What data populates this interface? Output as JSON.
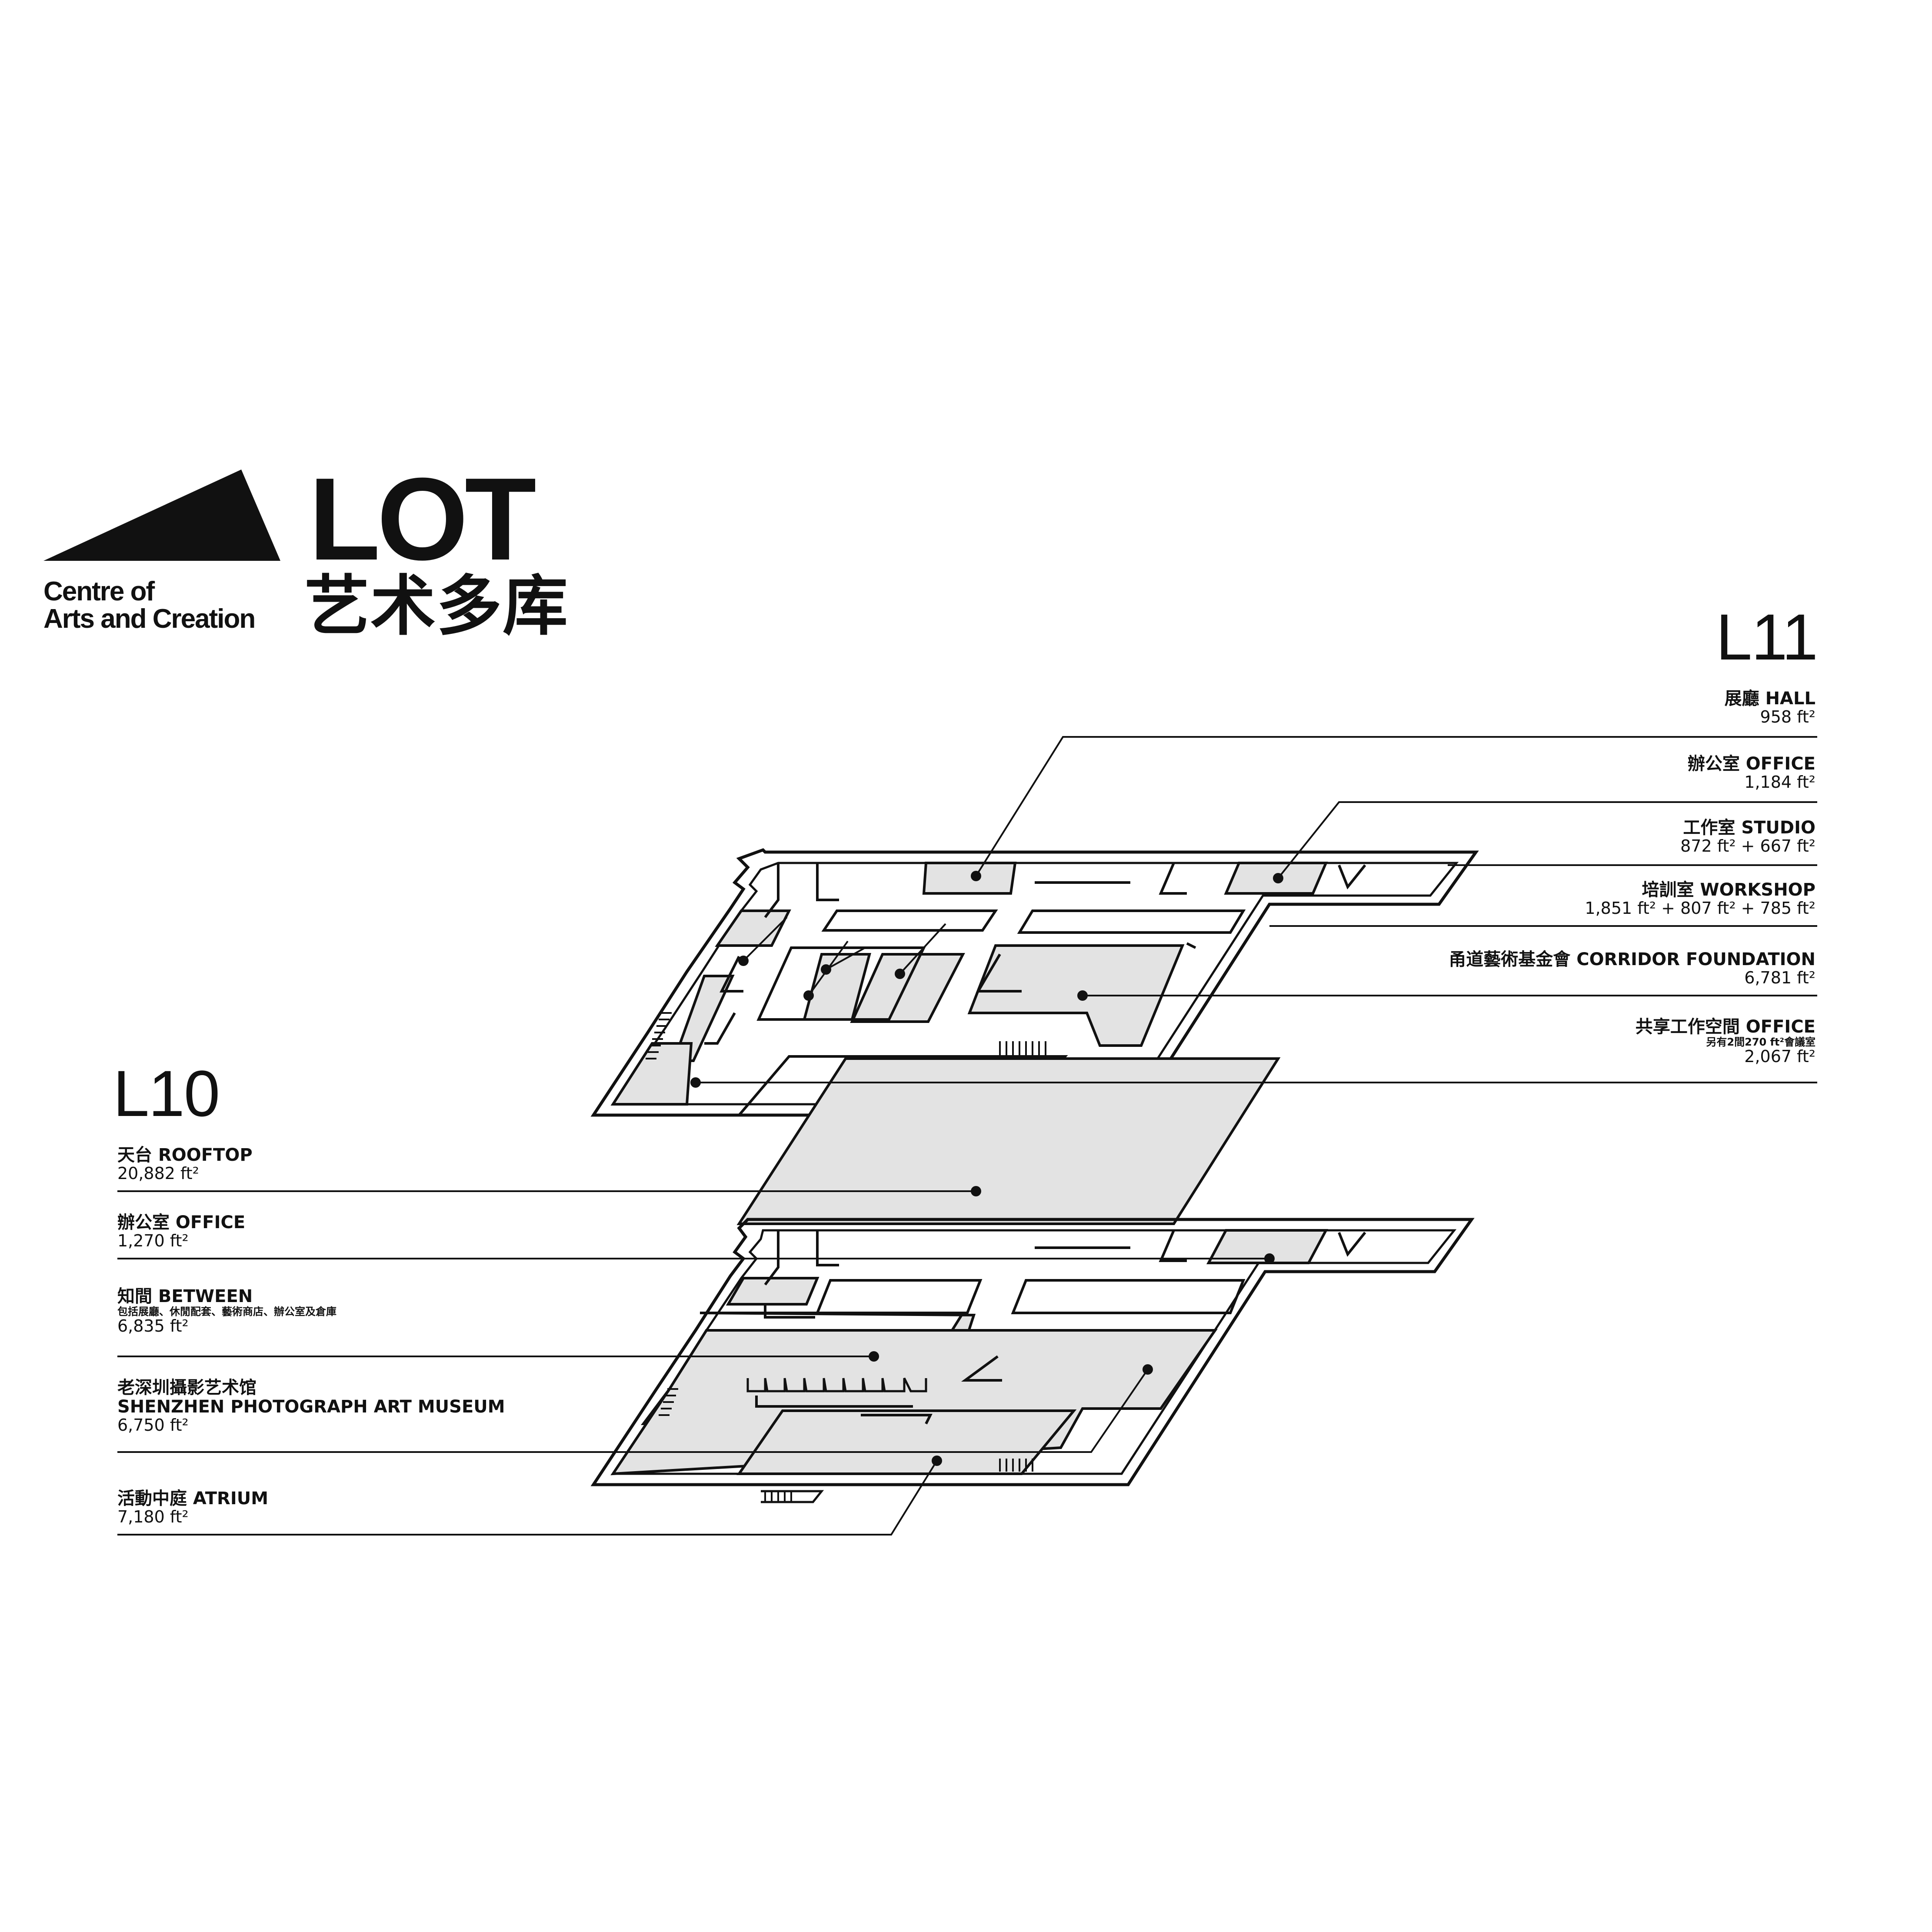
{
  "logo": {
    "wordmark": "LOT",
    "chinese": "艺术多库",
    "english_line1": "Centre of",
    "english_line2": "Arts and Creation"
  },
  "levels": {
    "upper": "L11",
    "lower": "L10"
  },
  "rooms_l11": [
    {
      "name": "展廳 HALL",
      "area": "958 ft²"
    },
    {
      "name": "辦公室 OFFICE",
      "area": "1,184 ft²"
    },
    {
      "name": "工作室 STUDIO",
      "area": "872 ft² + 667 ft²"
    },
    {
      "name": "培訓室 WORKSHOP",
      "area": "1,851 ft² + 807 ft² + 785 ft²"
    },
    {
      "name": "甬道藝術基金會 CORRIDOR FOUNDATION",
      "area": "6,781 ft²"
    },
    {
      "name": "共享工作空間 OFFICE",
      "note": "另有2間270 ft²會議室",
      "area": "2,067 ft²"
    }
  ],
  "rooms_l10": [
    {
      "name": "天台 ROOFTOP",
      "area": "20,882 ft²"
    },
    {
      "name": "辦公室 OFFICE",
      "area": "1,270 ft²"
    },
    {
      "name": "知間 BETWEEN",
      "note": "包括展廳、休閒配套、藝術商店、辦公室及倉庫",
      "area": "6,835 ft²"
    },
    {
      "name": "老深圳攝影艺术馆",
      "name2": "SHENZHEN PHOTOGRAPH ART MUSEUM",
      "area": "6,750 ft²"
    },
    {
      "name": "活動中庭 ATRIUM",
      "area": "7,180 ft²"
    }
  ],
  "colors": {
    "ink": "#111111",
    "fill": "#e3e3e3",
    "background": "#ffffff"
  }
}
